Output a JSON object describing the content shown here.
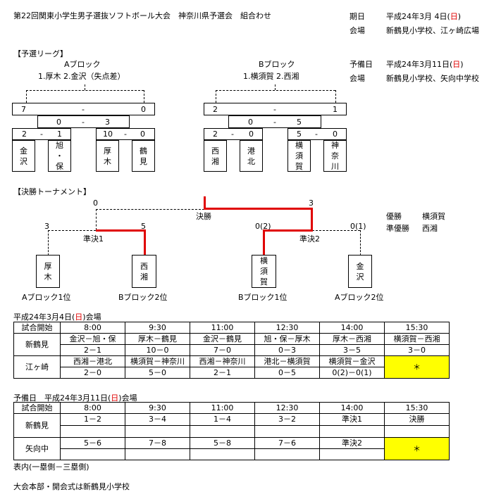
{
  "title": "第22回関東小学生男子選抜ソフトボール大会　神奈川県予選会　組合わせ",
  "info": {
    "date_label": "期日",
    "date_value_pre": "平成24年3月 4日(",
    "date_day": "日",
    "date_value_post": ")",
    "venue_label": "会場",
    "venue_value": "新鶴見小学校、江ヶ崎広場",
    "reserve_label": "予備日",
    "reserve_value_pre": "平成24年3月11日(",
    "reserve_day": "日",
    "reserve_value_post": ")",
    "venue2_label": "会場",
    "venue2_value": "新鶴見小学校、矢向中学校"
  },
  "prelim_heading": "【予選リーグ】",
  "blockA": {
    "name": "Aブロック",
    "result": "1.厚木 2.金沢（失点差）",
    "outer": {
      "left": "7",
      "mid": "-",
      "right": "0"
    },
    "middle": {
      "left": "0",
      "mid": "-",
      "right": "3"
    },
    "left_pair": {
      "left": "2",
      "mid": "-",
      "right": "1"
    },
    "right_pair": {
      "left": "10",
      "mid": "-",
      "right": "0"
    },
    "teams": [
      [
        "金",
        "沢"
      ],
      [
        "旭",
        "・",
        "保"
      ],
      [
        "厚",
        "木"
      ],
      [
        "鶴",
        "見"
      ]
    ]
  },
  "blockB": {
    "name": "Bブロック",
    "result": "1.横須賀 2.西湘",
    "outer": {
      "left": "2",
      "mid": "-",
      "right": "1"
    },
    "middle": {
      "left": "0",
      "mid": "-",
      "right": "5"
    },
    "left_pair": {
      "left": "2",
      "mid": "-",
      "right": "0"
    },
    "right_pair": {
      "left": "5",
      "mid": "-",
      "right": "0"
    },
    "teams": [
      [
        "西",
        "湘"
      ],
      [
        "港",
        "北"
      ],
      [
        "横",
        "須",
        "賀"
      ],
      [
        "神",
        "奈",
        "川"
      ]
    ]
  },
  "final_heading": "【決勝トーナメント】",
  "tournament": {
    "final_label": "決勝",
    "final_left_score": "0",
    "final_right_score": "3",
    "semi1_label": "準決1",
    "semi1_left_score": "3",
    "semi1_right_score": "5",
    "semi2_label": "準決2",
    "semi2_left_score": "0(2)",
    "semi2_right_score": "0(1)",
    "teams": [
      {
        "chars": [
          "厚",
          "木"
        ],
        "seed": "Aブロック1位"
      },
      {
        "chars": [
          "西",
          "湘"
        ],
        "seed": "Bブロック2位"
      },
      {
        "chars": [
          "横",
          "須",
          "賀"
        ],
        "seed": "Bブロック1位"
      },
      {
        "chars": [
          "金",
          "沢"
        ],
        "seed": "Aブロック2位"
      }
    ],
    "winner_label": "優勝",
    "winner": "横須賀",
    "runnerup_label": "準優勝",
    "runnerup": "西湘"
  },
  "schedule1": {
    "heading_pre": "平成24年3月4日(",
    "heading_day": "日",
    "heading_post": ")会場",
    "start_label": "試合開始",
    "times": [
      "8:00",
      "9:30",
      "11:00",
      "12:30",
      "14:00",
      "15:30"
    ],
    "rows": [
      {
        "venue": "新鶴見",
        "matches": [
          "金沢－旭・保",
          "厚木－鶴見",
          "金沢－鶴見",
          "旭・保－厚木",
          "厚木－西湘",
          "横須賀－西湘"
        ],
        "scores": [
          "2－1",
          "10－0",
          "7－0",
          "0－3",
          "3－5",
          "3－0"
        ]
      },
      {
        "venue": "江ヶ崎",
        "matches": [
          "西湘－港北",
          "横須賀－神奈川",
          "西湘－神奈川",
          "港北－横須賀",
          "横須賀－金沢",
          ""
        ],
        "scores": [
          "2－0",
          "5－0",
          "2－1",
          "0－5",
          "0(2)－0(1)",
          ""
        ],
        "last_mark": "＊"
      }
    ]
  },
  "schedule2": {
    "heading": "予備日　平成24年3月11日(",
    "heading_day": "日",
    "heading_post": ")会場",
    "start_label": "試合開始",
    "times": [
      "8:00",
      "9:30",
      "11:00",
      "12:30",
      "14:00",
      "15:30"
    ],
    "rows": [
      {
        "venue": "新鶴見",
        "matches": [
          "1－2",
          "3－4",
          "1－4",
          "3－2",
          "準決1",
          "決勝"
        ]
      },
      {
        "venue": "矢向中",
        "matches": [
          "5－6",
          "7－8",
          "5－8",
          "7－6",
          "準決2",
          ""
        ],
        "last_mark": "＊"
      }
    ]
  },
  "note": "表内(一塁側－三塁側)",
  "footer": "大会本部・開会式は新鶴見小学校",
  "colors": {
    "highlight": "#ffff00",
    "winner_line": "#e00000"
  }
}
